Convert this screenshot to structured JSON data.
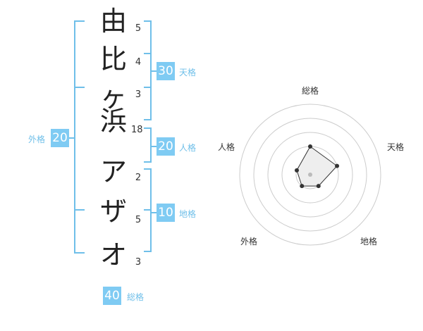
{
  "name": {
    "characters": [
      {
        "char": "由",
        "strokes": "5"
      },
      {
        "char": "比",
        "strokes": "4"
      },
      {
        "char": "ヶ",
        "strokes": "3"
      },
      {
        "char": "浜",
        "strokes": "18"
      },
      {
        "char": "ア",
        "strokes": "2"
      },
      {
        "char": "ザ",
        "strokes": "5"
      },
      {
        "char": "オ",
        "strokes": "3"
      }
    ]
  },
  "fortune": {
    "tenkaku": {
      "value": "30",
      "label": "天格"
    },
    "jinkaku": {
      "value": "20",
      "label": "人格"
    },
    "chikaku": {
      "value": "10",
      "label": "地格"
    },
    "gaikaku": {
      "value": "20",
      "label": "外格"
    },
    "soukaku": {
      "value": "40",
      "label": "総格"
    }
  },
  "radar": {
    "axes": [
      "総格",
      "天格",
      "地格",
      "外格",
      "人格"
    ],
    "values": [
      2,
      2,
      1,
      1,
      1
    ],
    "max": 5,
    "colors": {
      "rings": "#cccccc",
      "polygon_fill": "#eeeeee",
      "points": "#333333",
      "center": "#bbbbbb"
    }
  },
  "colors": {
    "accent": "#7fcbf3",
    "bracket": "#6fbfe9"
  }
}
